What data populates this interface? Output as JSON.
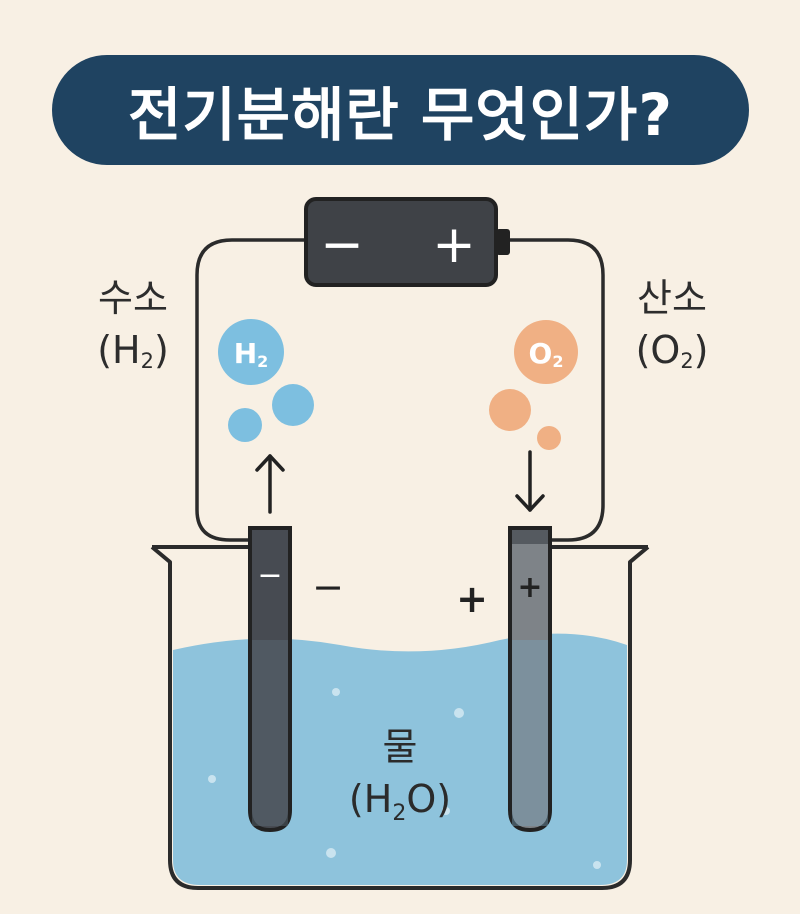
{
  "title": "전기분해란 무엇인가?",
  "hydrogen": {
    "name": "수소",
    "formula_open": "(H",
    "formula_sub": "2",
    "formula_close": ")",
    "bubble_label": "H",
    "bubble_sub": "2"
  },
  "oxygen": {
    "name": "산소",
    "formula_open": "(O",
    "formula_sub": "2",
    "formula_close": ")",
    "bubble_label": "O",
    "bubble_sub": "2"
  },
  "battery": {
    "negative": "−",
    "positive": "+"
  },
  "electrodes": {
    "cathode_sign": "−",
    "anode_sign": "+"
  },
  "near_signs": {
    "negative": "−",
    "positive": "+"
  },
  "water": {
    "name": "물",
    "formula_open": "(H",
    "formula_sub": "2",
    "formula_close": "O)"
  },
  "colors": {
    "title_bg": "#1f4361",
    "background": "#f8f0e4",
    "water": "#8ec3dc",
    "hydrogen_bubble": "#7dbfe0",
    "oxygen_bubble": "#f0b084",
    "cathode": "#474b52",
    "anode": "#7e8388"
  }
}
